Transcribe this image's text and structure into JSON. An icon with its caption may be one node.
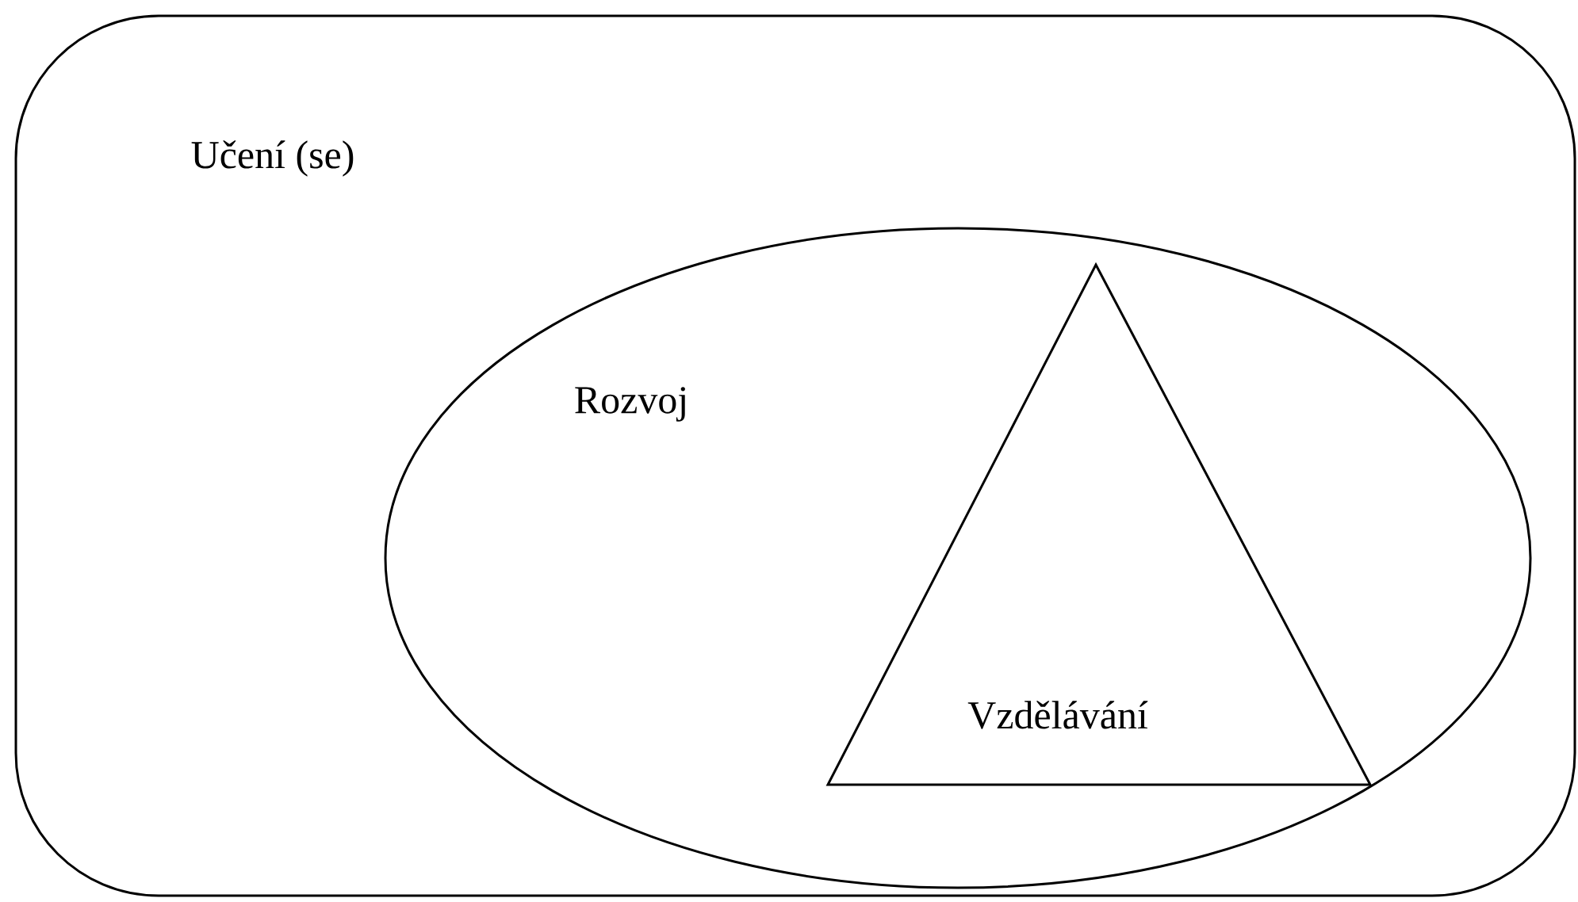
{
  "diagram": {
    "nodes": [
      {
        "text": [
          "Učení (se)"
        ]
      },
      {
        "text": [
          "Rozvoj"
        ],
        "in": 0
      },
      {
        "text": [
          "Vzdělávání"
        ],
        "in": 1
      }
    ]
  }
}
